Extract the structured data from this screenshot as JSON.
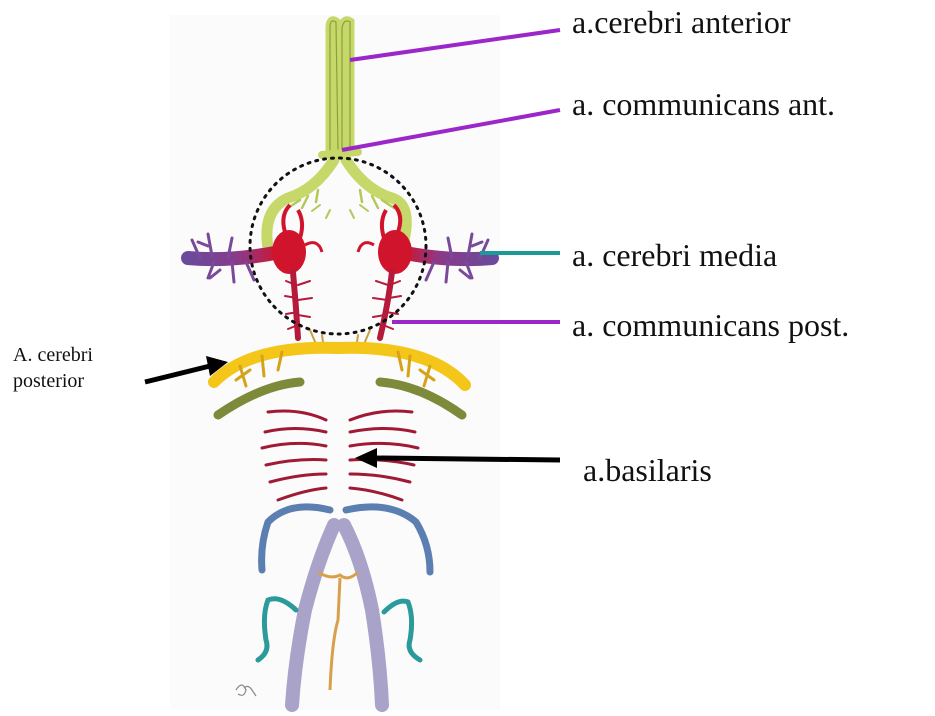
{
  "labels": {
    "cerebri_anterior": "a.cerebri anterior",
    "communicans_ant": "a. communicans ant.",
    "cerebri_media": "a. cerebri media",
    "communicans_post": "a. communicans post.",
    "basilaris": "a.basilaris",
    "cerebri_posterior": "A. cerebri posterior"
  },
  "colors": {
    "anterior": "#c6d86a",
    "anterior_dark": "#8aa03a",
    "red": "#d0142c",
    "dark_red": "#a01a36",
    "purple": "#7a4a9a",
    "yellow": "#f5c61a",
    "olive": "#7d8a3a",
    "pink": "#e8475e",
    "blue": "#5a7fb0",
    "lavender": "#a9a3c9",
    "teal": "#2a9a9a",
    "tan": "#d8a04a",
    "leader_purple": "#9b27c9",
    "leader_teal": "#1b9a9a",
    "arrow": "#000000"
  }
}
